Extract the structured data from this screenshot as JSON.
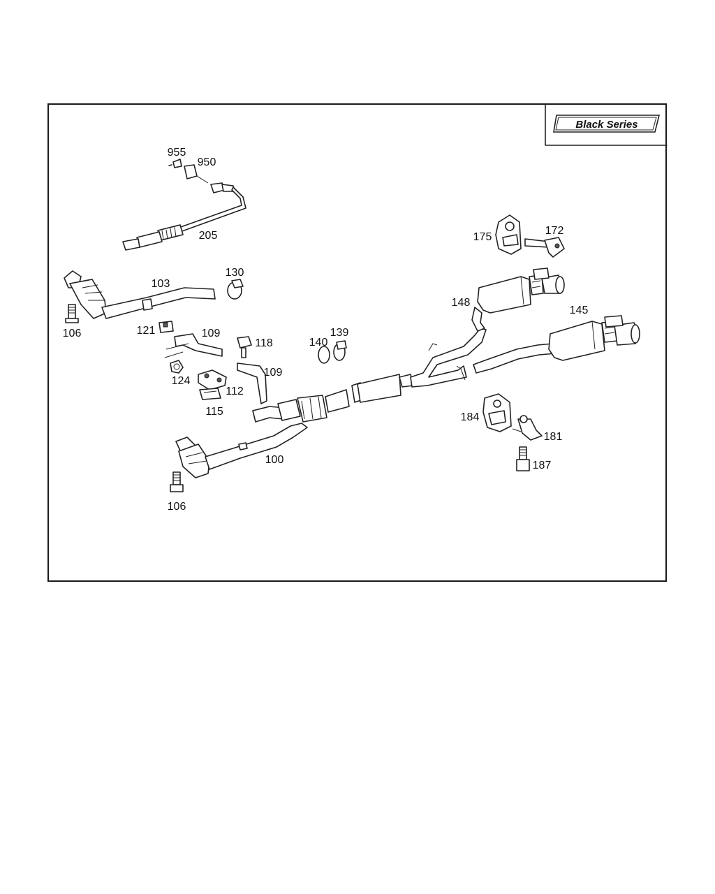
{
  "badge": {
    "text": "Black Series"
  },
  "colors": {
    "line": "#222222",
    "frame": "#1a1a1a",
    "background": "#ffffff"
  },
  "labels": {
    "p955": "955",
    "p950": "950",
    "p205": "205",
    "p103": "103",
    "p130": "130",
    "p106a": "106",
    "p121": "121",
    "p109a": "109",
    "p118": "118",
    "p124": "124",
    "p112": "112",
    "p109b": "109",
    "p115": "115",
    "p140": "140",
    "p139": "139",
    "p100": "100",
    "p106b": "106",
    "p175": "175",
    "p172": "172",
    "p148": "148",
    "p145": "145",
    "p184": "184",
    "p181": "181",
    "p187": "187"
  }
}
